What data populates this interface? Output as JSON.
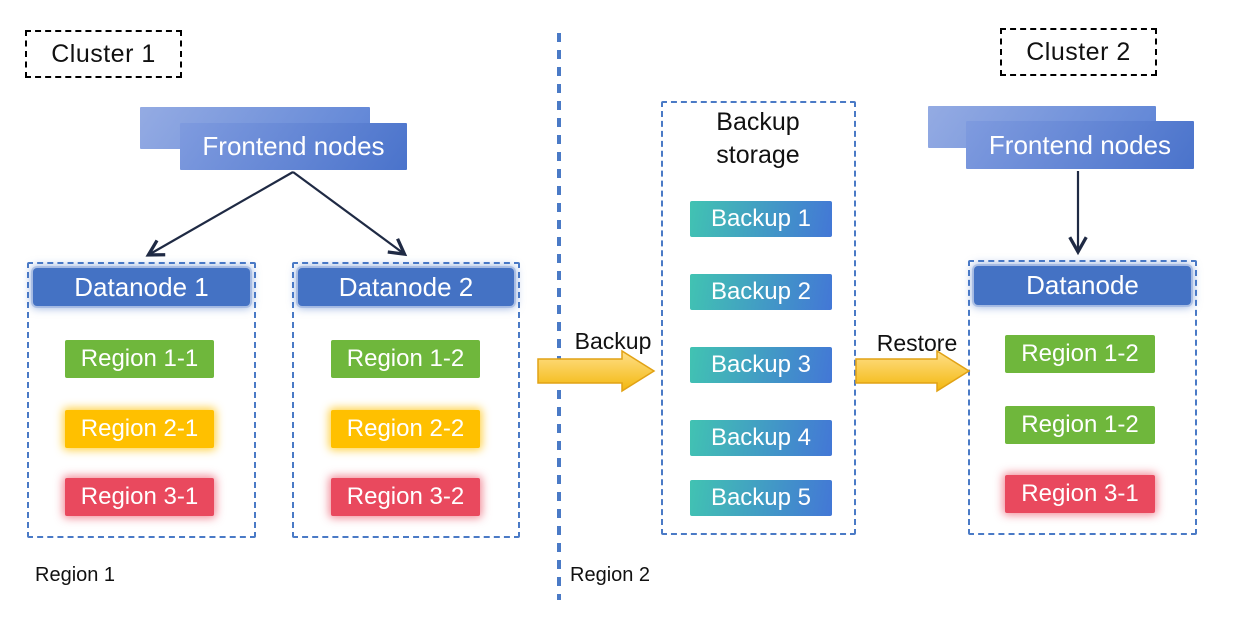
{
  "diagram": {
    "cluster1": {
      "label": "Cluster 1",
      "frontend_label": "Frontend nodes",
      "region_zone_label": "Region 1",
      "datanodes": [
        {
          "title": "Datanode 1",
          "regions": [
            {
              "label": "Region 1-1",
              "color": "green"
            },
            {
              "label": "Region 2-1",
              "color": "yellow"
            },
            {
              "label": "Region 3-1",
              "color": "red"
            }
          ]
        },
        {
          "title": "Datanode 2",
          "regions": [
            {
              "label": "Region 1-2",
              "color": "green"
            },
            {
              "label": "Region 2-2",
              "color": "yellow"
            },
            {
              "label": "Region 3-2",
              "color": "red"
            }
          ]
        }
      ]
    },
    "backup_storage": {
      "title": "Backup storage",
      "items": [
        "Backup 1",
        "Backup 2",
        "Backup 3",
        "Backup 4",
        "Backup 5"
      ]
    },
    "flows": {
      "backup_label": "Backup",
      "restore_label": "Restore"
    },
    "cluster2": {
      "label": "Cluster 2",
      "frontend_label": "Frontend nodes",
      "region_zone_label": "Region 2",
      "datanode": {
        "title": "Datanode",
        "regions": [
          {
            "label": "Region 1-2",
            "color": "green"
          },
          {
            "label": "Region 1-2",
            "color": "green"
          },
          {
            "label": "Region 3-1",
            "color": "red"
          }
        ]
      }
    },
    "colors": {
      "node_blue": "#4472C4",
      "region_green": "#6FB73C",
      "region_yellow": "#FFC000",
      "region_red": "#E9495E",
      "backup_gradient_start": "#41C3B2",
      "backup_gradient_end": "#4377D6",
      "arrow_gold": "#F5B91B",
      "dashed_blue": "#4A7AC6"
    }
  }
}
